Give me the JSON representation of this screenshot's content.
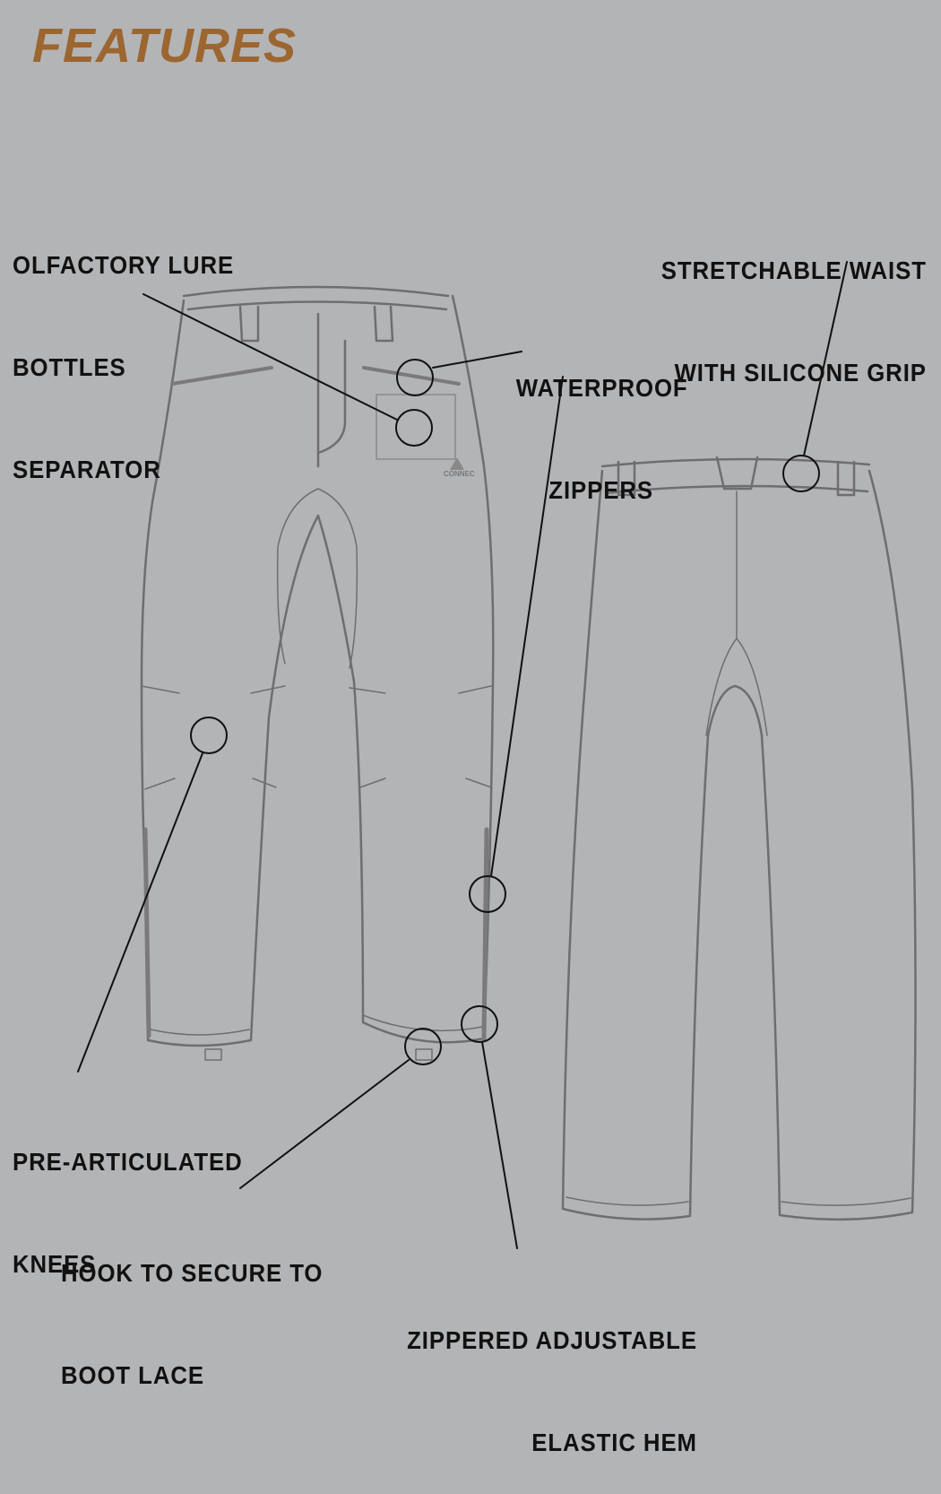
{
  "title": "FEATURES",
  "accent_color": "#9c6630",
  "background_color": "#b3b4b6",
  "logo_text": "CONNEC",
  "callouts": [
    {
      "id": "lure-bottles",
      "lines": [
        "OLFACTORY LURE",
        "BOTTLES",
        "SEPARATOR"
      ]
    },
    {
      "id": "waterproof-zippers",
      "lines": [
        "WATERPROOF",
        "ZIPPERS"
      ]
    },
    {
      "id": "stretch-waist",
      "lines": [
        "STRETCHABLE WAIST",
        "WITH SILICONE GRIP"
      ]
    },
    {
      "id": "knees",
      "lines": [
        "PRE-ARTICULATED",
        "KNEES"
      ]
    },
    {
      "id": "hook",
      "lines": [
        "HOOK TO SECURE TO",
        "BOOT LACE"
      ]
    },
    {
      "id": "hem",
      "lines": [
        "ZIPPERED ADJUSTABLE",
        "ELASTIC HEM"
      ]
    }
  ]
}
